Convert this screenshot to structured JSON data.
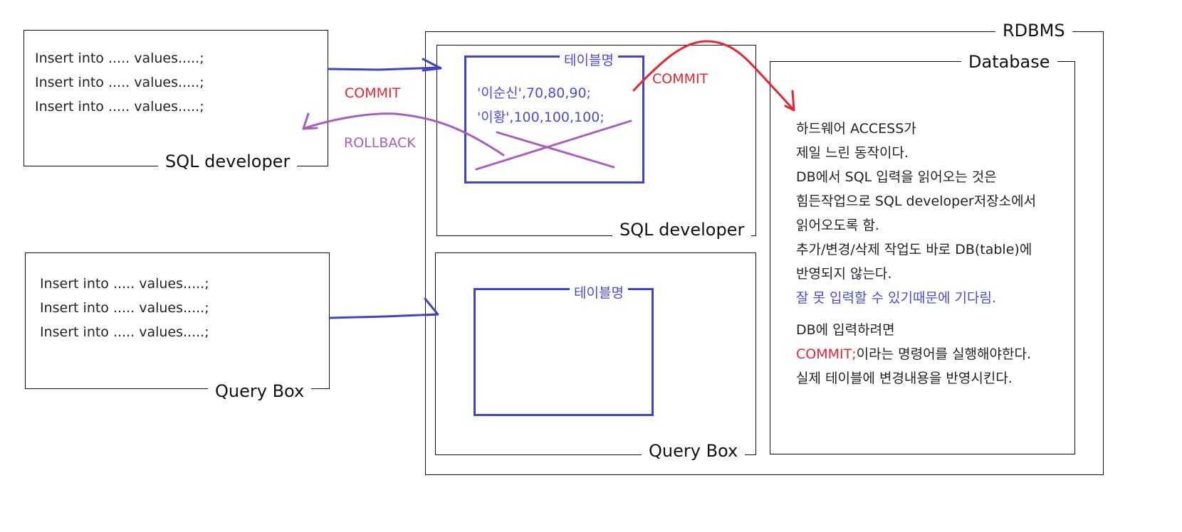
{
  "client_sql_developer": {
    "caption": "SQL developer",
    "lines": [
      "Insert into ..... values.....;",
      "Insert into ..... values.....;",
      "Insert into ..... values.....;"
    ]
  },
  "client_query_box": {
    "caption": "Query Box",
    "lines": [
      "Insert into ..... values.....;",
      "Insert into ..... values.....;",
      "Insert into ..... values.....;"
    ]
  },
  "rdbms": {
    "title": "RDBMS",
    "sql_developer_area": {
      "caption": "SQL developer",
      "table_title": "테이블명",
      "rows": [
        "'이순신',70,80,90;",
        "'이황',100,100,100;"
      ]
    },
    "query_box_area": {
      "caption": "Query Box",
      "table_title": "테이블명"
    },
    "database": {
      "title": "Database",
      "lines": [
        "하드웨어 ACCESS가",
        "제일 느린 동작이다.",
        "DB에서 SQL 입력을 읽어오는 것은",
        "힘든작업으로 SQL developer저장소에서",
        "읽어오도록 함.",
        "추가/변경/삭제 작업도 바로 DB(table)에",
        "반영되지 않는다."
      ],
      "blue_line": "잘 못 입력할 수 있기때문에 기다림.",
      "commit_intro": "DB에 입력하려면",
      "commit_keyword": "COMMIT;",
      "commit_rest": "이라는 명령어를 실행해야한다.",
      "final_line": "실제 테이블에 변경내용을 반영시킨다."
    }
  },
  "annotations": {
    "commit_left": "COMMIT",
    "rollback": "ROLLBACK",
    "commit_right": "COMMIT"
  },
  "colors": {
    "red": "#e8262f",
    "purple": "#a85ec0",
    "blue": "#4b4bd6",
    "dark_blue": "#4343c9"
  }
}
